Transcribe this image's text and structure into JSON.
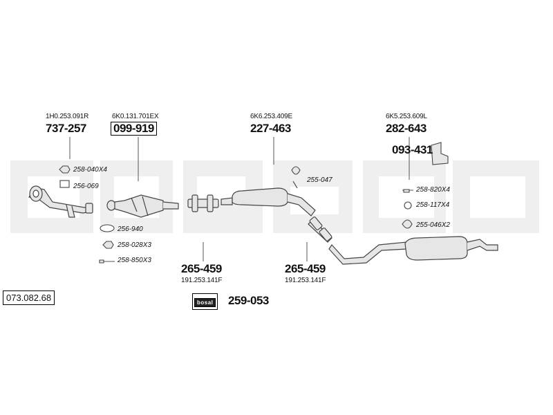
{
  "watermark": "bosal",
  "reference": "073.082.68",
  "parts": [
    {
      "oe": "1H0.253.091R",
      "number": "737-257"
    },
    {
      "oe": "6K0.131.701EX",
      "number": "099-919",
      "boxed": true
    },
    {
      "oe": "6K6.253.409E",
      "number": "227-463"
    },
    {
      "oe": "6K5.253.609L",
      "number": "282-643"
    },
    {
      "oe": "191.253.141F",
      "number": "265-459"
    },
    {
      "oe": "191.253.141F",
      "number": "265-459"
    },
    {
      "number": "093-431"
    },
    {
      "number": "259-053",
      "badge": "bosal"
    }
  ],
  "accessories": {
    "a1": "258-040X4",
    "a2": "256-069",
    "a3": "256-940",
    "a4": "258-028X3",
    "a5": "258-850X3",
    "a6": "255-047",
    "a7": "258-820X4",
    "a8": "258-117X4",
    "a9": "255-046X2"
  },
  "colors": {
    "stroke": "#444444",
    "part_fill": "#e6e6e6",
    "watermark": "#eeeeee"
  }
}
